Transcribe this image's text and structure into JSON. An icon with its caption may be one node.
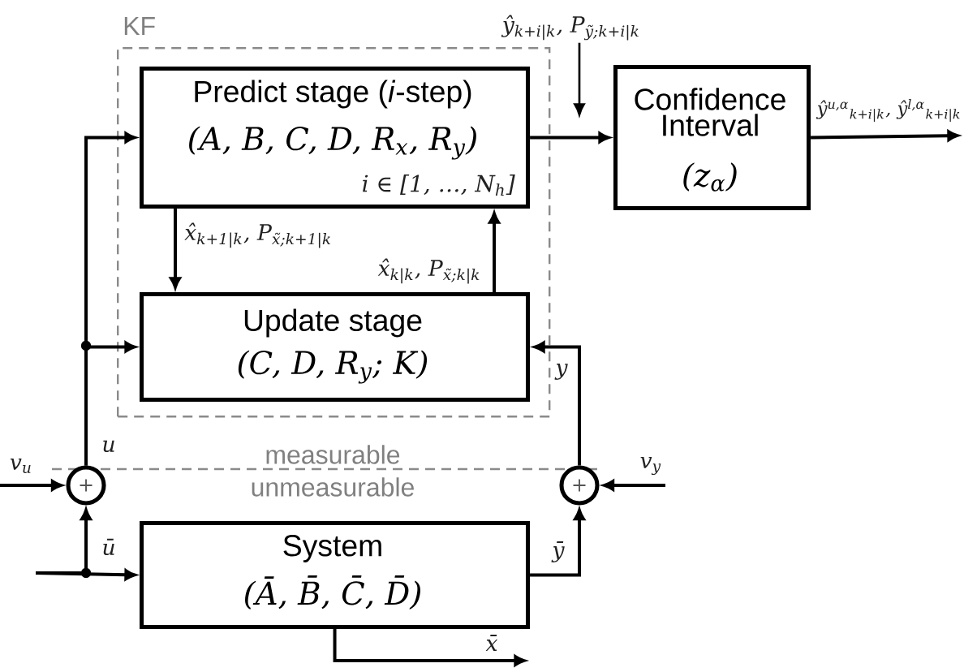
{
  "diagram": {
    "nodes": [
      {
        "text": [
          "KF"
        ]
      },
      {
        "text": [
          "Predict stage (*i*-step)",
          "(A, B, C, D, R$_{x}$, R$_{y}$)",
          "i ∈ [1, …, N$_{h}$]"
        ],
        "in": 0
      },
      {
        "text": [
          "Update stage",
          "(C, D, R$_{y}$; K)"
        ],
        "in": 0
      },
      {
        "text": [
          "Confidence Interval",
          "(z$_{α}$)"
        ]
      },
      {
        "text": [
          "ŷ$_{k+i|k}$, P$_{ỹ;k+i|k}$"
        ]
      },
      {
        "text": [
          "System",
          "(Ā, B̄, C̄, D̄)"
        ]
      },
      {
        "text": [
          "+"
        ]
      },
      {
        "text": [
          "+"
        ]
      }
    ],
    "edges": [
      {
        "from": 1,
        "to": 3,
        "arrow": "to"
      },
      {
        "from": 3,
        "to": null,
        "arrow": "to",
        "label": "ŷ$^{u,α}$$_{k+i|k}$, ŷ$^{l,α}$$_{k+i|k}$"
      },
      {
        "from": 4,
        "to": null,
        "arrow": "to"
      },
      {
        "from": 1,
        "to": 2,
        "arrow": "to",
        "label": "x̂$_{k+1|k}$, P$_{x̃;k+1|k}$"
      },
      {
        "from": 2,
        "to": 1,
        "arrow": "to",
        "label": "x̂$_{k|k}$, P$_{x̃;k|k}$"
      },
      {
        "from": 6,
        "to": 1,
        "arrow": "to",
        "label": "u"
      },
      {
        "from": 6,
        "to": 2,
        "arrow": "to"
      },
      {
        "from": null,
        "to": 6,
        "arrow": "to",
        "label": "v$_{u}$"
      },
      {
        "from": null,
        "to": 6,
        "arrow": "to",
        "label": "ū"
      },
      {
        "from": null,
        "to": 5,
        "arrow": "to"
      },
      {
        "from": 5,
        "to": null,
        "arrow": "to",
        "label": "x̄"
      },
      {
        "from": 5,
        "to": 7,
        "arrow": "to",
        "label": "ȳ"
      },
      {
        "from": null,
        "to": 7,
        "arrow": "to",
        "label": "v$_{y}$"
      },
      {
        "from": 7,
        "to": 2,
        "arrow": "to",
        "label": "y"
      }
    ],
    "labels": [
      "measurable",
      "unmeasurable"
    ]
  }
}
